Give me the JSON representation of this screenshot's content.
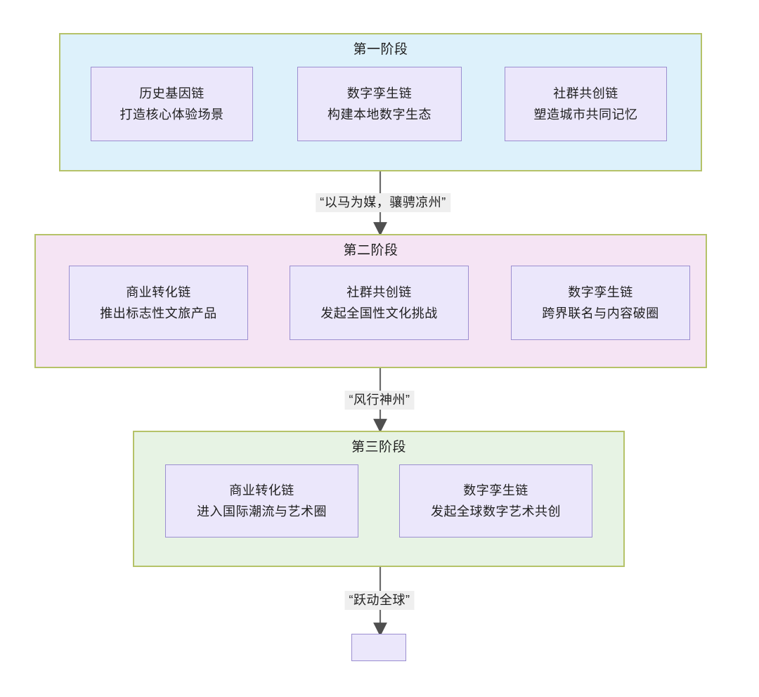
{
  "diagram": {
    "type": "flowchart",
    "direction": "top-to-bottom",
    "title_visible": false,
    "colors": {
      "phase_border": "#b5c268",
      "phase1_fill": "#ddf1fb",
      "phase2_fill": "#f5e4f4",
      "phase3_fill": "#e7f3e4",
      "node_fill": "#ebe7fb",
      "node_border": "#9b8ed0",
      "edge_line": "#6b6b6b",
      "edge_label_bg": "#efefef",
      "text": "#1f1f1f"
    }
  },
  "phases": [
    {
      "title": "第一阶段",
      "nodes": [
        {
          "heading": "历史基因链",
          "detail": "打造核心体验场景"
        },
        {
          "heading": "数字孪生链",
          "detail": "构建本地数字生态"
        },
        {
          "heading": "社群共创链",
          "detail": "塑造城市共同记忆"
        }
      ]
    },
    {
      "title": "第二阶段",
      "nodes": [
        {
          "heading": "商业转化链",
          "detail": "推出标志性文旅产品"
        },
        {
          "heading": "社群共创链",
          "detail": "发起全国性文化挑战"
        },
        {
          "heading": "数字孪生链",
          "detail": "跨界联名与内容破圈"
        }
      ]
    },
    {
      "title": "第三阶段",
      "nodes": [
        {
          "heading": "商业转化链",
          "detail": "进入国际潮流与艺术圈"
        },
        {
          "heading": "数字孪生链",
          "detail": "发起全球数字艺术共创"
        }
      ]
    }
  ],
  "edges": [
    {
      "label": "“以马为媒，骧骋凉州”",
      "from": "第一阶段",
      "to": "第二阶段"
    },
    {
      "label": "“风行神州”",
      "from": "第二阶段",
      "to": "第三阶段"
    },
    {
      "label": "“跃动全球”",
      "from": "第三阶段",
      "to": "terminal"
    }
  ],
  "terminal": {
    "label": ""
  }
}
